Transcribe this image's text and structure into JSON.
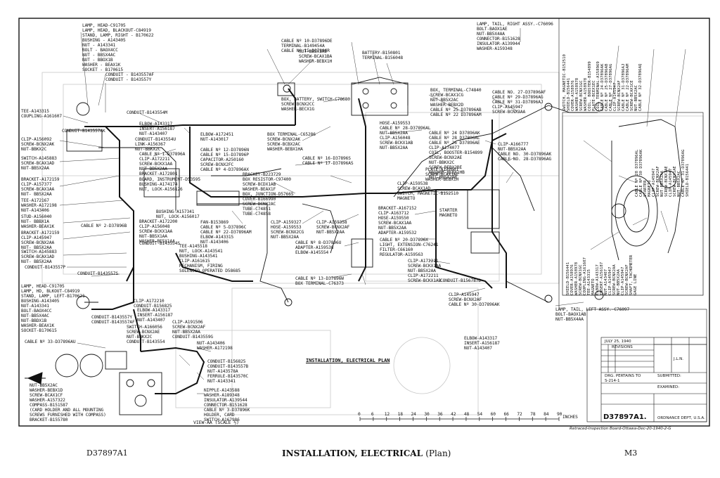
{
  "caption": {
    "drawing_no": "D37897A1",
    "title_main": "INSTALLATION, ELECTRICAL",
    "title_sub": "(Plan)",
    "plate": "M3"
  },
  "drawing_title": "INSTALLATION, ELECTRICAL PLAN",
  "view_label": "VIEW-AA (SCALE ½)",
  "scale_unit": "INCHES",
  "scale_ticks": [
    "0",
    "6",
    "12",
    "18",
    "24",
    "30",
    "36",
    "42",
    "48",
    "54",
    "60",
    "66",
    "72",
    "78",
    "84",
    "90"
  ],
  "title_block": {
    "date": "JULY 25, 1940",
    "revisions": "REVISIONS",
    "drg_pertains": "DRG. PERTAINS TO",
    "pertains_value": "S-214-1",
    "submitted": "SUBMITTED:",
    "examined": "EXAMINED:",
    "dwg_number": "D37897A1.",
    "dept": "ORDNANCE DEPT, U.S.A.",
    "initials": "J.L.N.",
    "footnote": "Retraced-Inspection Board-Ottawa-Dec-20-1940-2-G"
  },
  "left_labels": [
    [
      "LAMP, HEAD-C91705",
      "LAMP, HEAD, BLACKOUT-C84919",
      "STAND, LAMP, RIGHT - B170622",
      "BUSHING - A143405",
      "NUT - A143341",
      "BOLT - BAOX4CC",
      "NUT - BBSX4AC",
      "NUT - BBOX1B",
      "WASHER - BEAX1K",
      "SOCKET - B170615"
    ],
    [
      "CONDUIT - B143557AF",
      "CONDUIT - B143557Y"
    ],
    [
      "TEE-A143315",
      "COUPLING-A161607"
    ],
    [
      "CLIP-A156092",
      "SCREW-BCNX2AK",
      "NUT-BBKX2C"
    ],
    [
      "SWITCH-A145883",
      "SCREW-BCAX1AD",
      "NUT-BB5X2AA"
    ],
    [
      "BRACKET-A172159",
      "CLIP-A157377",
      "SCREW-BCAX1AA",
      "NUT- BB5X2AA"
    ],
    [
      "TEE-A172167",
      "WASHER-A172198",
      "NUT-A143406"
    ],
    [
      "STUD-A156040",
      "NUT- BBBX1A",
      "WASHER-BEAX1K"
    ],
    [
      "BRACKET-A172159",
      "CLIP-A145947",
      "SCREW-BCNX2AA",
      "NUT- BB5X2AA"
    ],
    [
      "SWITCH-A145883",
      "SCREW-BCAX1AD",
      "NUT- BB5X2AA"
    ],
    [
      "CONDUIT-B143557P"
    ],
    [
      "LAMP, HEAD-C91705",
      "LAMP, HD, BLKOUT-C84919",
      "STAND, LAMP, LEFT-B170621",
      "BUSHING-A143405",
      "NUT-A143341",
      "BOLT-BAOX4CC",
      "NUT-BB5X4AC",
      "NUT-BBDX1B",
      "WASHER-BEAX1K",
      "SOCKET-B170615"
    ],
    [
      "CABLE Nº 33-D37896AU"
    ],
    [
      "NUT-BB5X2AC",
      "WASHER-BEBX1D",
      "SCREW-BCAX1CF",
      "WASHER-A157322",
      "COMPASS-B151587",
      "(CARD HOLDER AND ALL MOUNTING",
      "SCREWS FURNISHED WITH COMPASS)",
      "BRACKET-B155780"
    ]
  ],
  "center_labels": [
    [
      "CONDUIT-B143554M"
    ],
    [
      "ELBOW-A143317",
      "INSERT-A156187",
      "NUT-A143407"
    ],
    [
      "CONDUIT-B143557AK"
    ],
    [
      "CONDUIT-B143554U",
      "LINK-A156367",
      "NUT-BBKX2C"
    ],
    [
      "CABLE Nº 1-D37896A",
      "CLIP-A172211",
      "SCREW-BCKX1AA",
      "NUT-BB5X2AA",
      "BRACKET-A172801"
    ],
    [
      "BOARD, INSTRUMENT-D53595",
      "BUSHING-A174174",
      "NUT, LOCK-A156126"
    ],
    [
      "CABLE Nº 2-D37896B"
    ],
    [
      "BUSHING-A157341",
      "NUT, LOCK-A156017"
    ],
    [
      "BRACKET-A172200",
      "CLIP-A156048",
      "SCREW-BCKX1AA",
      "NUT-BB5X1AA",
      "WASHER-BE5X1AA"
    ],
    [
      "CONDUIT-B143554S"
    ],
    [
      "CONDUIT-B143557S"
    ],
    [
      "CONDUIT-B143557Y",
      "CONDUIT-B143557AF"
    ],
    [
      "CLIP-A172210",
      "CONDUIT-B156825"
    ],
    [
      "ELBOW-A143317",
      "INSERT-A156187",
      "NUT-A143407"
    ],
    [
      "SWITCH-A166056",
      "SCREW-BCNX2AE",
      "NUT-BBKX2C",
      "CONDUIT-B143554"
    ],
    [
      "CLIP-A191506",
      "SCREW-BCNX2AF",
      "NUT-BB5X2AA",
      "CONDUIT-B143559G"
    ],
    [
      "NUT-A143406",
      "WASHER-A172198"
    ],
    [
      "CONDUIT-B156825",
      "CONDUIT-B143557B",
      "NUT-A143578A",
      "FERRULE-B143570C",
      "NUT-A143341"
    ],
    [
      "NIPPLE-A143588",
      "WASHER-A189348",
      "INSULATOR-A139544",
      "CONNECTOR-B151628",
      "CABLE Nº 3-D37896K",
      "HOLDER, CARD",
      "SWITCH-A167986"
    ],
    [
      "ELBOW-A172451",
      "NUT-A143017"
    ],
    [
      "CABLE Nº 12-D37896N",
      "CABLE Nº 15-D37896P",
      "CAPACITOR-A250160",
      "SCREW-BCNX2FC",
      "CABLE Nº 4-D37896AX"
    ],
    [
      "FAN-B153869",
      "CABLE Nº 5-D37896C",
      "CABLE Nº 22-D37896AM",
      "ELBOW-A143315",
      "NUT-A143406"
    ],
    [
      "TEE-A145518",
      "NUT, LOCK-A143541",
      "BUSHING-A143541",
      "CLIP-A161615",
      "MECHANISM, FIRING",
      "SOLENOID OPERATED D58685"
    ],
    [
      "CLIP-A159327",
      "HOSE-A159553",
      "SCREW-BCNX2CG",
      "NUT-BB5X2AA"
    ],
    [
      "CLIP-A159358",
      "SCREW-BCNX2AF",
      "NUT-BB5X2AA"
    ],
    [
      "CABLE Nº 8-D37896U",
      "ADAPTER-A159538",
      "ELBOW-A145554"
    ],
    [
      "CABLE Nº 13-D37896W",
      "BOX TERMINAL-C76373"
    ],
    [
      "BOX TERMINAL-C65286",
      "SCREW-BCNX2AK",
      "SCREW-BCBX2AC",
      "WASHER-BEBX1HA"
    ],
    [
      "CABLE Nº 16-D37896S",
      "CABLE Nº 17-D37896AS"
    ],
    [
      "BRACKET-B223729",
      "BOX RESISTOR-C97400",
      "SCREW-BCDX1AB",
      "WASHER-BEAX1F",
      "BOX, JUNCTION-D57665",
      "COVER-B166990",
      "SCREW-BCNX2AC",
      "TUBE-C74851",
      "TUBE-C74858"
    ],
    [
      "BOX, BATTERY, SWITCH-C78680",
      "SCREW-BCNX2CC",
      "WASHER-BECX1G"
    ],
    [
      "CABLE Nº 10-D37896DE",
      "TERMINAL-B149454A",
      "CABLE Nº 15-D37896R"
    ],
    [
      "NUT-BBSX1AE",
      "SCREW-BCAX1BA",
      "WASHER-BEBX1H"
    ],
    [
      "BATTERY-B150801",
      "TERMINAL-B156048"
    ]
  ],
  "right_labels": [
    [
      "LAMP, TAIL, RIGHT ASSY.-C76096",
      "BOLT-BAOX1AE",
      "NUT-BB5X4AA",
      "CONNECTOR-B151628",
      "INSULATOR-A139944",
      "WASHER-A159348"
    ],
    [
      "BOX, TERMINAL-C74840",
      "SCREW-BCAX1CG",
      "NUT-BB5X2AC",
      "WASHER-BEBX2D",
      "CABLE Nº 25 D37896AB",
      "CABLE Nº 22 D37896AM"
    ],
    [
      "CABLE NO. 27-D37896AF",
      "CABLE Nº 29-D37896AG",
      "CABLE Nº 31-D37896AJ",
      "CLIP-A145947",
      "SCREW-BCNX2AA"
    ],
    [
      "HOSE-A159553",
      "CABLE Nº 28-D37896AL",
      "NUT-BB5X2AA",
      "CLIP-A156048",
      "SCREW-BCKX1AB",
      "NUT-BB5X2AA"
    ],
    [
      "CABLE Nº 24 D37896AK",
      "CABLE Nº 28 D37896AL",
      "CABLE Nº 26 D37896AE",
      "CLIP-A174077",
      "COIL, BOOSTER-B154899",
      "SCREW-BCNX2AE",
      "NUT-BBKX2C",
      "SCREW-BEBX2BE",
      "WASHER-BEBX1HB",
      "NUT-BB5X2AB"
    ],
    [
      "PLATE-A172661",
      "SCREW-BCAX1AE",
      "WASHER-BEBX1H"
    ],
    [
      "CLIP-A159538",
      "SCREW-BCAX1AD",
      "SWITCH, MAGNETIC-B152510",
      "MAGNETO"
    ],
    [
      "BRACKET-A167152",
      "CLIP-A163712",
      "HOSE-A159550",
      "SCREW-BCAX1AA",
      "NUT-BB5X2AA",
      "ADAPTER-A159532"
    ],
    [
      "CABLE Nº 20-D37896X",
      "LIGHT, EXTENSION-C76241",
      "FILTER-C66160",
      "REGULATOR-A159563"
    ],
    [
      "CLIP-A172211",
      "SCREW-BCKX1AA",
      "NUT-BB5X2AA",
      "CLIP-A172211",
      "SCREW-BCKX1AB"
    ],
    [
      "CLIP-A166777",
      "NUT-BB5X2AA",
      "CABLE NO. 30-D37896AK",
      "CABLE NO. 28-D37896AG"
    ],
    [
      "STARTER",
      "MAGNETO"
    ],
    [
      "CONDUIT-B156787D"
    ],
    [
      "CLIP-A145947",
      "SCREW-BCNX2AF",
      "CABLE Nº 30-D37896AK"
    ],
    [
      "ELBOW-A143317",
      "INSERT-A156187",
      "NUT-A143407"
    ],
    [
      "LAMP, TAIL, LEFT ASSY.-C76097",
      "BOLT-BAOX1AB",
      "NUT-BB5X4AA"
    ]
  ],
  "vertical_labels": [
    [
      "SWITCH, MAGNETIC-B152510",
      "SHIELD-B156441",
      "COVER-A158976",
      "WASHER-A158978",
      "SCREW-BCNX1GC",
      "WASHER-A158978",
      "COIL, BOOSTER-B154899",
      "PLATE-BCEX1EC",
      "COIL TERMINAL-A158969",
      "CABLE Nº 24-D37896AK",
      "CABLE Nº 25-D37896AB",
      "CABLE Nº 27-D37896AG",
      "CLIP-A145947",
      "SCREW-BCNX2AF",
      "CABLE Nº 31-D37896AJ",
      "CABLE Nº 22-D37896AM",
      "SCREW-BCAX1CE",
      "NUT-BB5X2AC",
      "CABLE Nº 32-D37896AQ"
    ],
    [
      "CABLE Nº 28 D37896AL",
      "CABLE Nº 30 D37896AK",
      "STARTER",
      "MAGNETO",
      "CLIP-A145947",
      "SCREW-BCNX2AF",
      "NUT-BB5X2AA",
      "SCREW-BCNX1AE",
      "CLIP-A145947",
      "SCREW-BCNX1AE",
      "NUT-BB5X2AC",
      "CABLE Nº 31-D37896AG",
      "SHIELD-B156441"
    ],
    [
      "SHIELD-B156441",
      "COVER-A158976",
      "WASHER-A158978",
      "SCREW-BCNX1GC",
      "COUPLING-A161607",
      "TEE-A143315",
      "MAGNETO",
      "ELBOW-A143317",
      "INSERT-A156187",
      "NUT-A143407",
      "CLIP-A145947",
      "SCREW-BCNX2AA",
      "NUT-BB5X2AA",
      "CLIP-A145947",
      "SCREW-BCNX2AF",
      "SHAFT, TACHOMETER",
      "GAGE LINE"
    ]
  ]
}
